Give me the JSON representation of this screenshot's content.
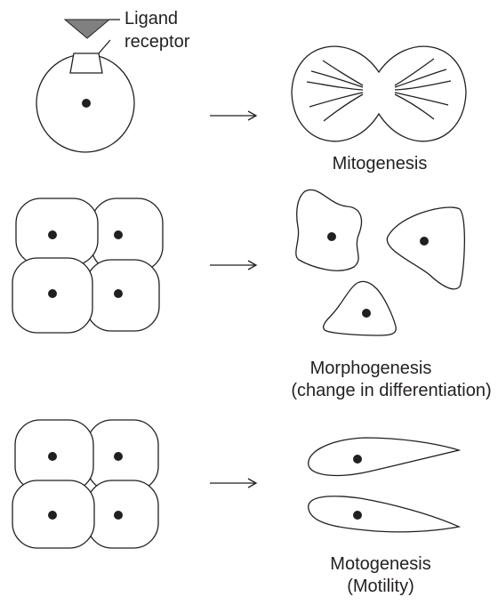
{
  "labels": {
    "ligand": "Ligand",
    "receptor": "receptor",
    "mitogenesis": "Mitogenesis",
    "morphogenesis": "Morphogenesis",
    "morphogenesis_note": "(change in differentiation)",
    "motogenesis": "Motogenesis",
    "motogenesis_note": "(Motility)"
  },
  "colors": {
    "ink": "#231f20",
    "ligand_fill": "#808080",
    "background": "#ffffff"
  }
}
